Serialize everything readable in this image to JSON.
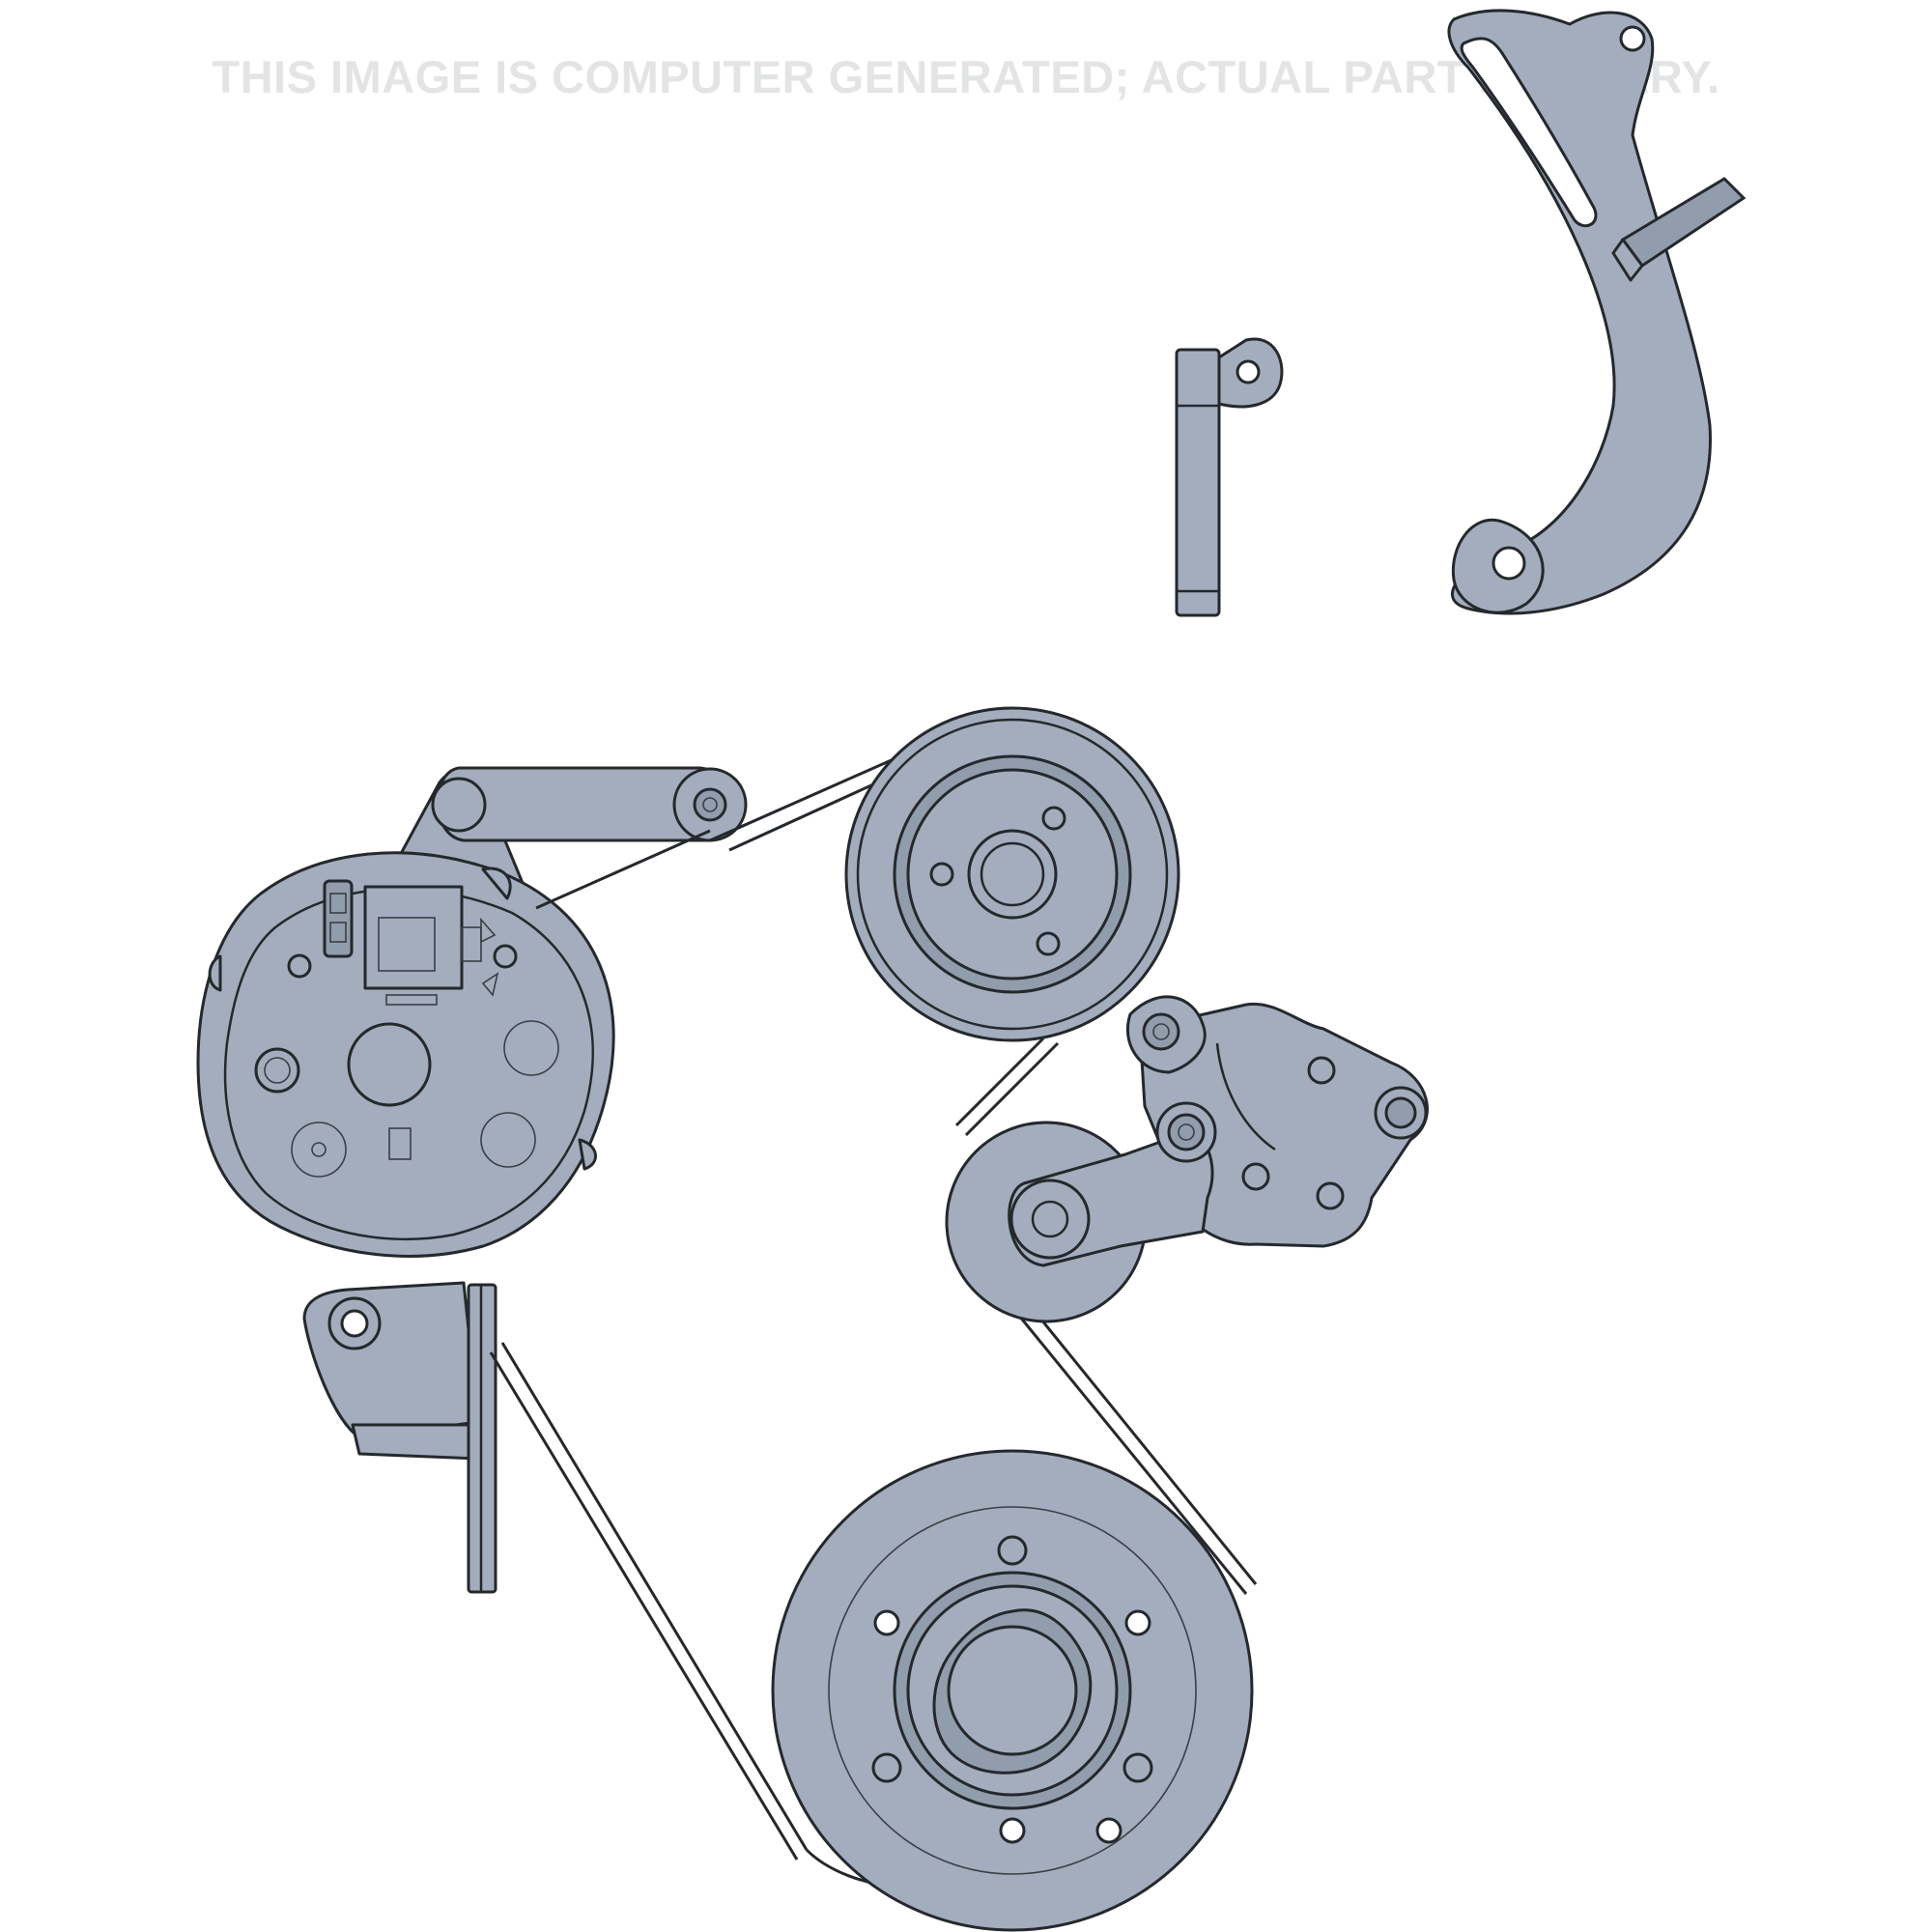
{
  "disclaimer": "THIS IMAGE IS COMPUTER GENERATED; ACTUAL PART MAY VARY.",
  "colors": {
    "part_fill": "#a3adbd",
    "outline": "#25282c",
    "disclaimer_text": "#e3e4e6",
    "background": "#ffffff"
  },
  "components": [
    "curved-adjuster-bracket",
    "small-spacer-bracket",
    "alternator",
    "alternator-upper-arm",
    "alternator-lower-mount-bracket",
    "upper-idler-pulley",
    "belt-tensioner-assembly",
    "tensioner-pulley",
    "crankshaft-pulley",
    "serpentine-belt"
  ]
}
